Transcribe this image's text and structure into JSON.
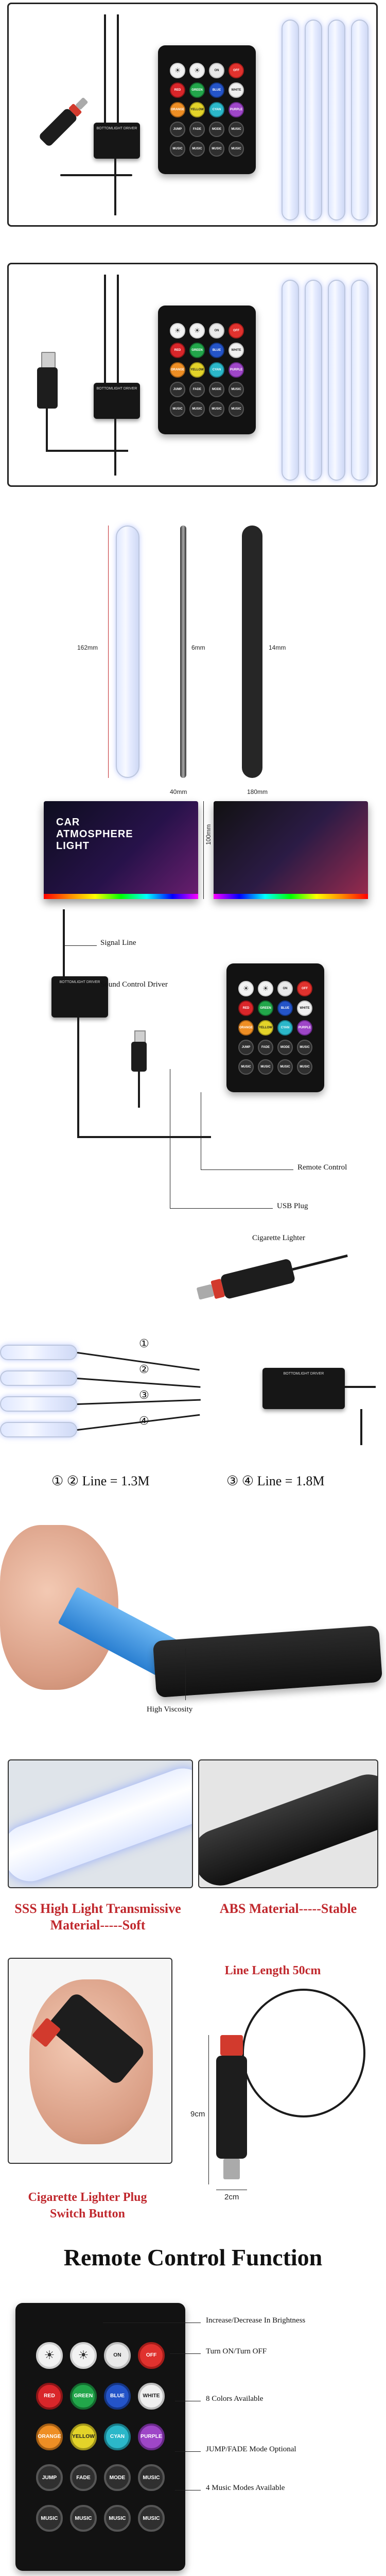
{
  "product": {
    "remote_buttons": [
      {
        "label": "",
        "color": "#f2f2f2",
        "ring": "#cfcfcf"
      },
      {
        "label": "",
        "color": "#f2f2f2",
        "ring": "#cfcfcf"
      },
      {
        "label": "ON",
        "color": "#e9e9e9",
        "ring": "#bdbdbd",
        "dark": true
      },
      {
        "label": "OFF",
        "color": "#e0322e",
        "ring": "#a51d1a"
      },
      {
        "label": "RED",
        "color": "#d9262a",
        "ring": "#8c1517"
      },
      {
        "label": "GREEN",
        "color": "#22a64a",
        "ring": "#146b2f"
      },
      {
        "label": "BLUE",
        "color": "#2454c8",
        "ring": "#143584"
      },
      {
        "label": "WHITE",
        "color": "#f0f0f0",
        "ring": "#bdbdbd",
        "dark": true
      },
      {
        "label": "ORANGE",
        "color": "#ee8e24",
        "ring": "#a35e14"
      },
      {
        "label": "YELLOW",
        "color": "#e3d329",
        "ring": "#a0941a",
        "dark": true
      },
      {
        "label": "CYAN",
        "color": "#2bb7c9",
        "ring": "#187a87"
      },
      {
        "label": "PURPLE",
        "color": "#9e46c7",
        "ring": "#69298a"
      },
      {
        "label": "JUMP",
        "color": "#2f2f2f",
        "ring": "#555"
      },
      {
        "label": "FADE",
        "color": "#2f2f2f",
        "ring": "#555"
      },
      {
        "label": "MODE",
        "color": "#2f2f2f",
        "ring": "#555"
      },
      {
        "label": "MUSIC",
        "color": "#2f2f2f",
        "ring": "#555"
      },
      {
        "label": "MUSIC",
        "color": "#2f2f2f",
        "ring": "#555"
      },
      {
        "label": "MUSIC",
        "color": "#2f2f2f",
        "ring": "#555"
      },
      {
        "label": "MUSIC",
        "color": "#2f2f2f",
        "ring": "#555"
      },
      {
        "label": "MUSIC",
        "color": "#2f2f2f",
        "ring": "#555"
      }
    ],
    "driver_label": "BOTTOMLIGHT DRIVER"
  },
  "dimensions": {
    "strip_length": "162mm",
    "strip_thickness": "6mm",
    "strip_width": "14mm",
    "box_width": "40mm",
    "box_length": "180mm",
    "box_height": "100mm"
  },
  "package": {
    "title": "CAR ATMOSPHERE LIGHT"
  },
  "components": {
    "signal_line": "Signal Line",
    "sound_driver": "Sound Control Driver",
    "remote_control": "Remote Control",
    "usb_plug": "USB Plug",
    "cigarette_lighter": "Cigarette Lighter"
  },
  "lines": {
    "markers": [
      "①",
      "②",
      "③",
      "④"
    ],
    "line_12": "① ② Line = 1.3M",
    "line_34": "③ ④ Line = 1.8M"
  },
  "adhesive": {
    "label": "High Viscosity"
  },
  "materials": {
    "left_line1": "SSS High Light Transmissive",
    "left_line2": "Material-----Soft",
    "right": "ABS  Material-----Stable"
  },
  "plug": {
    "line_length": "Line Length 50cm",
    "height": "9cm",
    "width": "2cm",
    "caption1": "Cigarette Lighter Plug",
    "caption2": "Switch Button"
  },
  "remote_function": {
    "title": "Remote Control Function",
    "items": [
      "Increase/Decrease In Brightness",
      "Turn ON/Turn OFF",
      "8 Colors Available",
      "JUMP/FADE Mode Optional",
      "4 Music Modes Available"
    ]
  }
}
